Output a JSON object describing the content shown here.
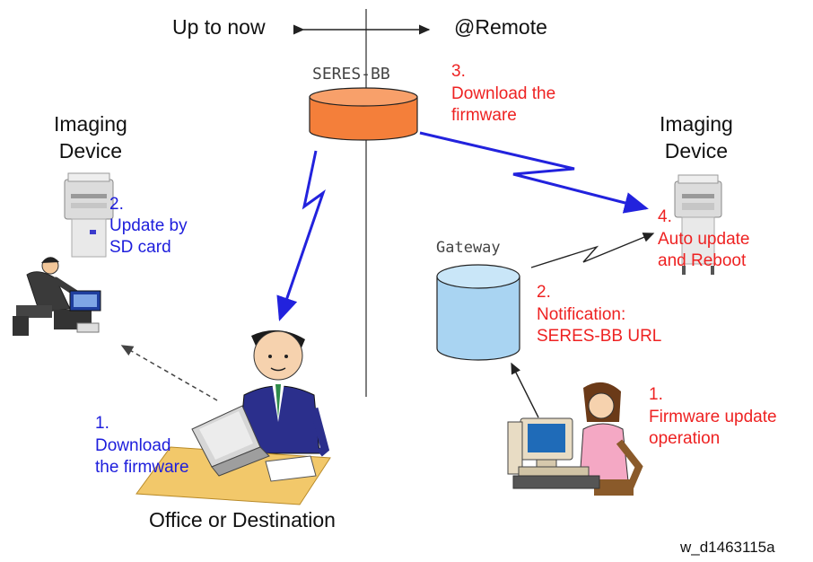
{
  "header": {
    "left_label": "Up to now",
    "right_label": "@Remote"
  },
  "server": {
    "label": "SERES-BB"
  },
  "gateway": {
    "label": "Gateway"
  },
  "left_device": {
    "title_line1": "Imaging",
    "title_line2": "Device"
  },
  "right_device": {
    "title_line1": "Imaging",
    "title_line2": "Device"
  },
  "left_steps": {
    "sd_card": {
      "line1": "2.",
      "line2": "Update by",
      "line3": "SD card"
    },
    "download": {
      "line1": "1.",
      "line2": "Download",
      "line3": "the firmware"
    }
  },
  "right_steps": {
    "download": {
      "line1": "3.",
      "line2": "Download the",
      "line3": "firmware"
    },
    "auto_update": {
      "line1": "4.",
      "line2": "Auto update",
      "line3": "and Reboot"
    },
    "notification": {
      "line1": "2.",
      "line2": "Notification:",
      "line3": "SERES-BB URL"
    },
    "operation": {
      "line1": "1.",
      "line2": "Firmware update",
      "line3": "operation"
    }
  },
  "office_label": "Office or Destination",
  "figure_id": "w_d1463115a",
  "colors": {
    "server_fill": "#f47f3a",
    "gateway_fill": "#a9d4f2",
    "arrow_blue": "#2222dd",
    "step_blue": "#1d1ddc",
    "step_red": "#ee2222"
  }
}
